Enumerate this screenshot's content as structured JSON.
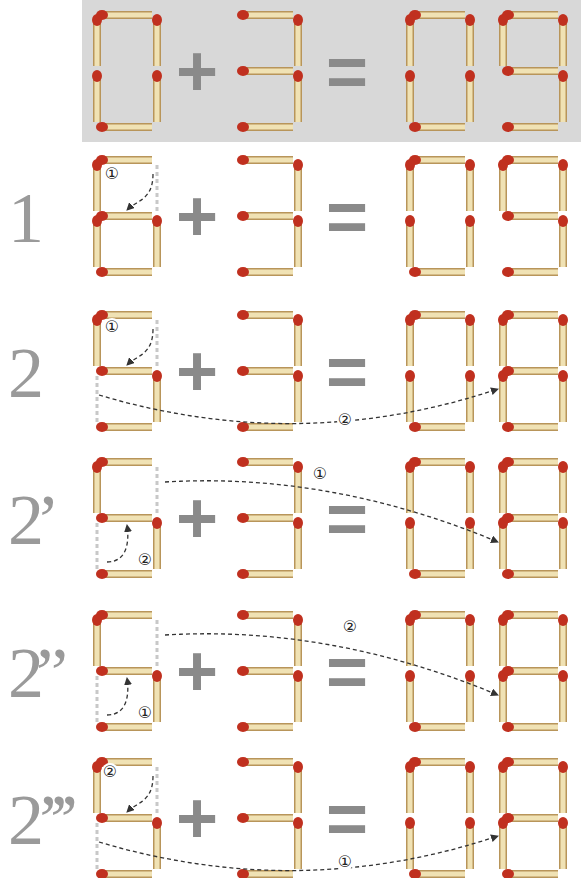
{
  "diagram": {
    "labels": [
      "+",
      "=",
      "1",
      "①",
      "+",
      "=",
      "2",
      "①",
      "②",
      "+",
      "=",
      "2’",
      "①",
      "②",
      "+",
      "=",
      "2”",
      "②",
      "①",
      "+",
      "=",
      "2’’’",
      "②",
      "①",
      "+",
      "="
    ]
  }
}
